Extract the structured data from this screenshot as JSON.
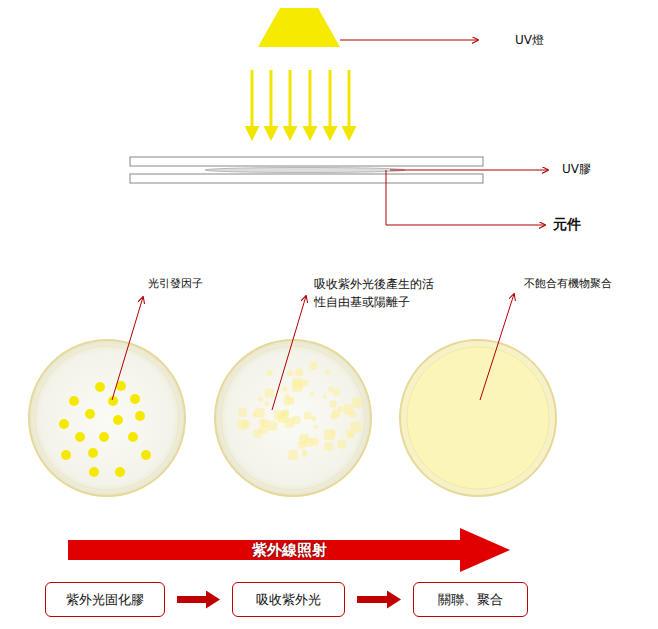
{
  "diagram": {
    "nodes": [
      {
        "text": [
          "紫外線照射"
        ]
      },
      {
        "text": [
          "紫外光固化膠"
        ]
      },
      {
        "text": [
          "吸收紫外光"
        ]
      },
      {
        "text": [
          "關聯、聚合"
        ]
      }
    ],
    "edges": [
      {
        "from": 1,
        "to": 2,
        "arrow": "to"
      },
      {
        "from": 2,
        "to": 3,
        "arrow": "to"
      }
    ],
    "labels": [
      "UV燈",
      "UV膠",
      "元件",
      "光引發因子",
      "吸收紫外光後產生的活 性自由基或陽離子",
      "不飽合有機物聚合"
    ]
  }
}
